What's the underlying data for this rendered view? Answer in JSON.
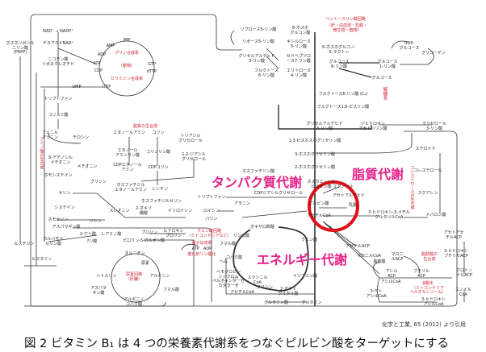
{
  "nodes": {
    "nad": "NAD⁺ ⇒ NADP⁺",
    "prpp": "ホスホリボシル\n二リン酸\n(PRPP)",
    "deamido": "デスアミドNAD⁺",
    "nicotinic": "ニコチン酸\nリボヌクレオチド",
    "atp": "ATP",
    "adp": "ADP",
    "amp": "AMP",
    "imp": "IMP",
    "gtp": "GTP",
    "dttp": "dTTP",
    "cdp": "CDP",
    "udp": "UDP",
    "ump": "UMP",
    "purine": "プリン合成系",
    "animal": "（動物）",
    "pyrimidine": "ピリミジン合成系",
    "trp1": "トリプトファン",
    "chorismate": "コリスミ酸",
    "phe": "フェニル\nアラニン",
    "tyr": "チロシン",
    "lipid_bio": "脂質の生合成",
    "ethanolamine": "エタノールアミン",
    "choline": "コリン",
    "tag": "トリアシル\nグリセロール",
    "eap": "エタノール\nアミンリン酸",
    "cholp": "コリンリン酸",
    "dag": "1,2-ジアシル\nグリセロール",
    "cdpea": "CDPエタノール\nアミン",
    "cdpchol": "CDPコリン",
    "pe": "ホスファチジル\nエタノールアミン",
    "lecithin": "レシチン",
    "ps": "ホスファチジルセリン",
    "sam": "S-アデノシル\nメチオニン",
    "met": "メチオニン",
    "hcy": "ホモシステイン",
    "aa_bio": "アミノ酸の生合成",
    "gly": "グリシン",
    "ser": "セリン",
    "cys": "システイン",
    "hse": "ホモセリン",
    "lys": "リシン",
    "thr": "スレオニン",
    "oxobut": "2-オキソ\n酪酸",
    "ile": "イソロイシン",
    "asp": "アスパラギン酸",
    "ketoacid": "2-ケト酸",
    "laa": "L-アミノ酸",
    "aa2": "ｱﾐﾉ酸",
    "carb": "カルバモイ\nルリン酸",
    "his": "ヒスチジン",
    "histamine": "ヒスタミン",
    "pro": "プロリン",
    "hyp": "ヒドロキシ\nプロリン",
    "p5c": "ピロリン-5-カルボン酸",
    "orn": "オルニチン",
    "urea": "尿素",
    "cit": "シトルリン",
    "arg": "アルギニン",
    "urea_cycle": "尿素回路\n（肝臓）",
    "asp2": "アスパラ\nギン酸",
    "argsuc": "アルギニノ\nコハク酸",
    "fum1": "フマル酸",
    "trp2": "トリプトファン",
    "ala": "アラニン",
    "leu": "ロイシン",
    "val": "バリン",
    "phosphatidic": "ホスファチジン酸",
    "cdpdag": "CDPジアシルグリセロール",
    "pyruvate": "ピルビン酸",
    "acoa": "アセチルCoA",
    "oaa": "オキサロ酢酸",
    "pep": "ホスホエノール\nピルビン酸",
    "pg2": "2-ホスホグリセリン酸",
    "pg3": "3-ホスホグリセリン酸",
    "bpg": "1,3-ビスホスホグリセリン酸",
    "gap": "グリセルアルデヒド\n3-リン酸",
    "dhap": "ジヒドロキシ\nアセトンリン酸",
    "g3p": "グリセロール\n3-リン酸",
    "fbp": "フルクトース1,6-ビスリン酸",
    "f6p": "フルクトース6-リン酸 (C₆)",
    "g6p": "グルコース\n6-リン酸",
    "g1p": "グルコース\n1-リン酸",
    "glc": "グルコース",
    "udpg": "UDP-\nグルコース",
    "glycogen": "グリコーゲン",
    "pgl": "6-ホスホグルコノ-\nδ-ラクトン",
    "ppp": "ペントースリン酸回路",
    "ppp_sub": "（肝・白血球・乳腺・\n微生物・植物）",
    "ru5p": "リブロース5-リン酸",
    "r5p": "リボース5-リン酸",
    "pgluc": "6-ホスホ\nグルコン酸",
    "xu5p": "キシルロース\n5-リン酸",
    "gap2": "グリセルアルデヒド\n3-リン酸",
    "s7p": "セドヘプツロ\nース7-リン酸",
    "f6p2": "フルクトース\n6-リン酸",
    "e4p": "エリトロース\n4-リン酸",
    "glycolysis": "解糖系",
    "acald": "アセトアルデヒド",
    "ethanol": "エタノール",
    "lactate": "乳酸",
    "hmgcoa": "3-ヒドロキシ-3-メチル\nグルタリルCoA",
    "mva": "メバロン酸",
    "squalene": "スクアレン",
    "chol": "コレステロール",
    "steroid": "ステロイド",
    "chol_bio": "コレステロールの生合成",
    "citrate": "クエン酸",
    "isocit": "イソクエン酸",
    "akg": "2-オキソ\nグルタル酸",
    "succoa": "スクシニル\nCoA",
    "succ": "コハク酸",
    "fum2": "フマル酸",
    "mal": "リンゴ酸",
    "tca": "クエン酸回路\n（ミトコンドリアなど）",
    "etc": "電子伝達系",
    "atpadp": "ATP　ADP",
    "oxphos": "酸化的リン酸化",
    "heme": "ヘム",
    "hemo": "ヘモグロビン\nシトクロム\nペルオキシダーゼ\nカタラーゼ",
    "acoa2": "アセチルCoA",
    "gly2": "グリシン",
    "glu": "グルタミン酸",
    "gln": "グルタミン",
    "acacp": "アセチルACP",
    "malcoa": "マロニルCoA",
    "malacp": "マロニ\nルACP",
    "fa_bio": "脂肪酸の\n生合成",
    "acetoacacp": "アセトアセ\nチルACP",
    "hbacp": "3-ヒドロキシ\nブチリルACP",
    "crotacp": "クロトノ\nイルACP",
    "butacp": "ブチリル\nACP",
    "acylacp": "アシル\nACP",
    "fa": "脂肪酸",
    "acylcoa": "アシルCoA",
    "betaox": "β酸化\n（ミトコンドリア\nペルオキシソーム）",
    "enoyl": "エノイル\nCoA",
    "hacyl": "3-ヒドロキシ\nアシルCoA",
    "ketoacyl": "3-ケト\nアシルCoA"
  },
  "regions": {
    "protein": "タンパク質代謝",
    "lipid": "脂質代謝",
    "energy": "エネルギー代謝"
  },
  "citation": "化学と工業, 65 (2012) より引用",
  "caption": "図 2  ビタミン B₁ は 4 つの栄養素代謝系をつなぐピルビン酸をターゲットにする",
  "colors": {
    "highlight": "#e0101a",
    "region": "#e8208a",
    "label_red": "#d02030"
  }
}
